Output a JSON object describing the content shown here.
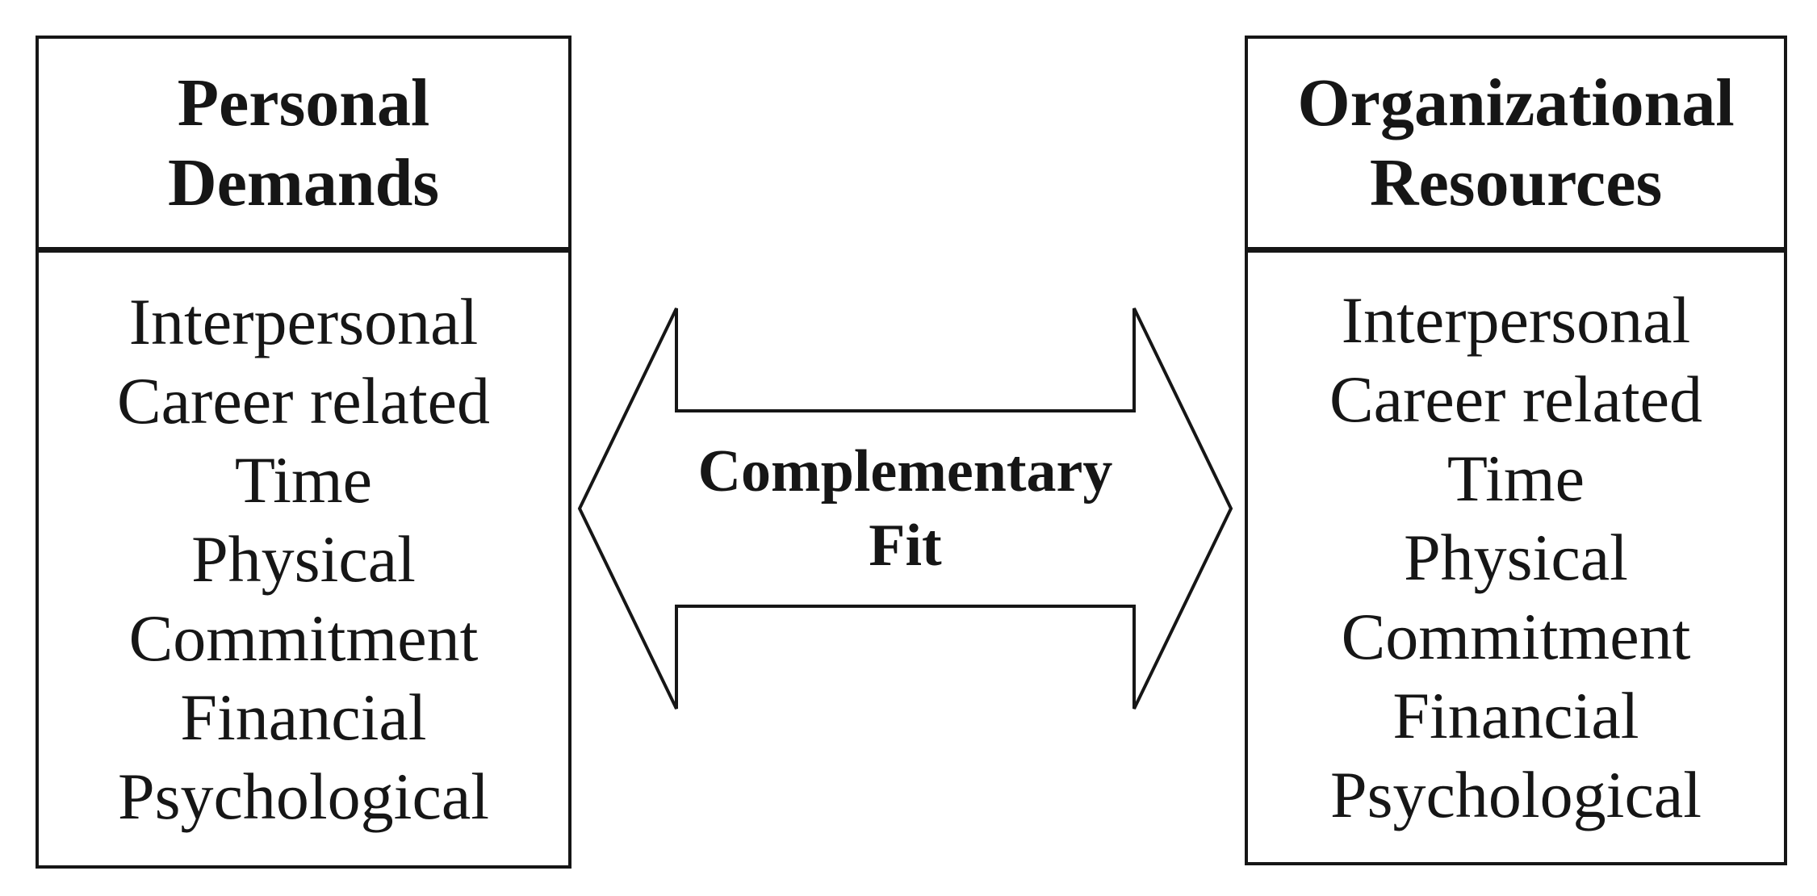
{
  "diagram": {
    "colors": {
      "ink": "#161616",
      "background": "#ffffff"
    },
    "left_box": {
      "title": "Personal Demands",
      "title_lines": [
        "Personal",
        "Demands"
      ],
      "items": [
        "Interpersonal",
        "Career related",
        "Time",
        "Physical",
        "Commitment",
        "Financial",
        "Psychological"
      ]
    },
    "right_box": {
      "title": "Organizational Resources",
      "title_lines": [
        "Organizational",
        "Resources"
      ],
      "items": [
        "Interpersonal",
        "Career related",
        "Time",
        "Physical",
        "Commitment",
        "Financial",
        "Psychological"
      ]
    },
    "arrow": {
      "label": "Complementary Fit",
      "label_lines": [
        "Complementary",
        "Fit"
      ]
    }
  }
}
